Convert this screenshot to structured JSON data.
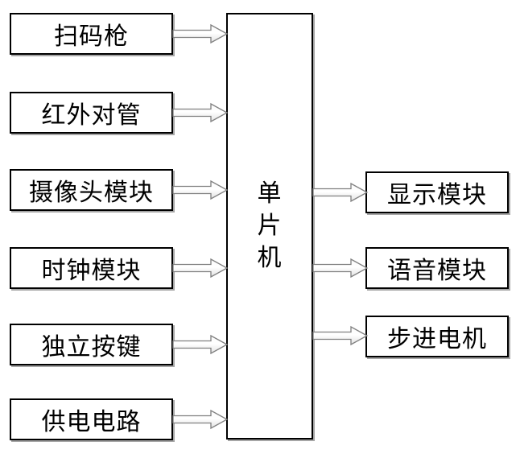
{
  "diagram": {
    "type": "block-diagram",
    "central_node": {
      "label": "单片机"
    },
    "left_modules": [
      {
        "label": "扫码枪"
      },
      {
        "label": "红外对管"
      },
      {
        "label": "摄像头模块"
      },
      {
        "label": "时钟模块"
      },
      {
        "label": "独立按键"
      },
      {
        "label": "供电电路"
      }
    ],
    "right_modules": [
      {
        "label": "显示模块"
      },
      {
        "label": "语音模块"
      },
      {
        "label": "步进电机"
      }
    ],
    "edges": [
      {
        "from": "扫码枪",
        "to": "单片机"
      },
      {
        "from": "红外对管",
        "to": "单片机"
      },
      {
        "from": "摄像头模块",
        "to": "单片机"
      },
      {
        "from": "时钟模块",
        "to": "单片机"
      },
      {
        "from": "独立按键",
        "to": "单片机"
      },
      {
        "from": "供电电路",
        "to": "单片机"
      },
      {
        "from": "单片机",
        "to": "显示模块"
      },
      {
        "from": "单片机",
        "to": "语音模块"
      },
      {
        "from": "单片机",
        "to": "步进电机"
      }
    ],
    "colors": {
      "background": "#ffffff",
      "box_border": "#000000",
      "box_fill": "#ffffff",
      "box_shadow": "#a6a6a6",
      "arrow_outline": "#808080",
      "arrow_fill_top": "#fafafa",
      "arrow_fill_bottom": "#e2e2e2",
      "text": "#000000"
    }
  }
}
